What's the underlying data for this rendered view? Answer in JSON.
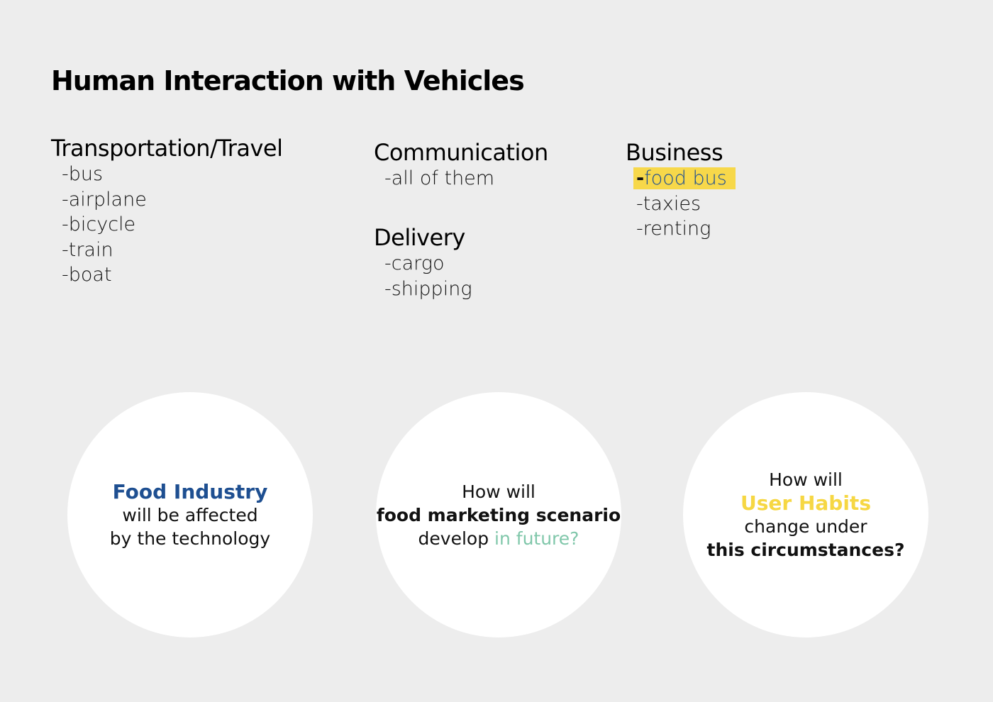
{
  "title": "Human Interaction with Vehicles",
  "groups": {
    "transportation": {
      "heading": "Transportation/Travel",
      "items": [
        "-bus",
        "-airplane",
        "-bicycle",
        "-train",
        "-boat"
      ]
    },
    "communication": {
      "heading": "Communication",
      "items": [
        "-all of them"
      ]
    },
    "delivery": {
      "heading": "Delivery",
      "items": [
        "-cargo",
        "-shipping"
      ]
    },
    "business": {
      "heading": "Business",
      "highlight_dash": "-",
      "highlight_text": "food bus",
      "items": [
        "-taxies",
        "-renting"
      ]
    }
  },
  "circles": [
    {
      "line1": "Food Industry",
      "line2": "will be affected",
      "line3": "by the technology"
    },
    {
      "line1": "How will",
      "line2": "food marketing scenario",
      "line3a": "develop ",
      "line3b": "in future?"
    },
    {
      "line1": "How will",
      "line2": "User Habits",
      "line3": "change under",
      "line4": "this circumstances?"
    }
  ],
  "colors": {
    "background": "#ededed",
    "highlight": "#f7d84a",
    "blue": "#1e4f91",
    "yellow": "#f6d743",
    "green": "#80c7aa"
  }
}
